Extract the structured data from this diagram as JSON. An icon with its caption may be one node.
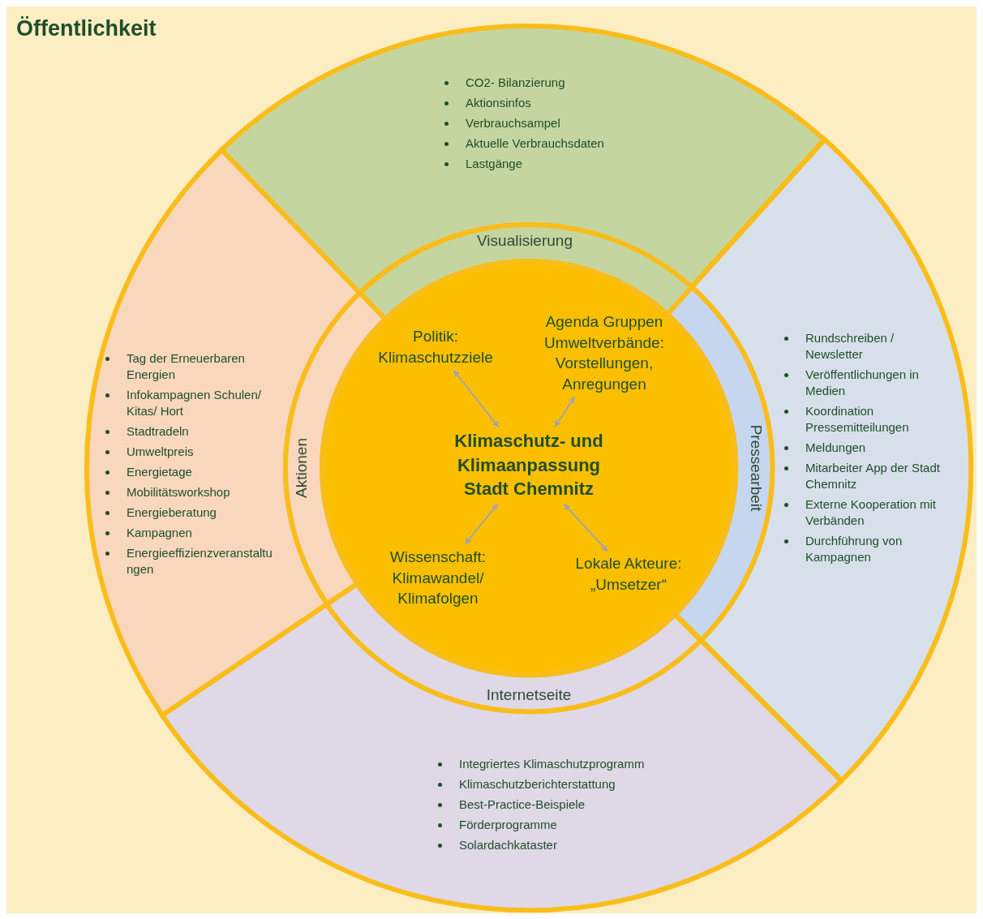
{
  "diagram": {
    "nodes": [
      {
        "text": [
          "Öffentlichkeit"
        ]
      },
      {
        "text": [
          "CO2- Bilanzierung",
          "Aktionsinfos",
          "Verbrauchsampel",
          "Aktuelle Verbrauchsdaten",
          "Lastgänge"
        ],
        "in": 0
      },
      {
        "text": [
          "Tag der Erneuerbaren Energien",
          "Infokampagnen Schulen/ Kitas/ Hort",
          "Stadtradeln",
          "Umweltpreis",
          "Energietage",
          "Mobilitätsworkshop",
          "Energieberatung",
          "Kampagnen",
          "Energieeffizienzveranstaltungen"
        ],
        "in": 0
      },
      {
        "text": [
          "Rundschreiben / Newsletter",
          "Veröffentlichungen in Medien",
          "Koordination Pressemitteilungen",
          "Meldungen",
          "Mitarbeiter App der Stadt Chemnitz",
          "Externe Kooperation mit Verbänden",
          "Durchführung von Kampagnen"
        ],
        "in": 0
      },
      {
        "text": [
          "Integriertes Klimaschutzprogramm",
          "Klimaschutzberichterstattung",
          "Best-Practice-Beispiele",
          "Förderprogramme",
          "Solardachkataster"
        ],
        "in": 0
      },
      {
        "text": [
          "Visualisierung"
        ],
        "in": 0
      },
      {
        "text": [
          "Aktionen"
        ],
        "in": 0
      },
      {
        "text": [
          "Pressearbeit"
        ],
        "in": 0
      },
      {
        "text": [
          "Internetseite"
        ],
        "in": 0
      },
      {
        "text": [],
        "shape": "circle",
        "in": 0
      },
      {
        "text": [
          "Politik: Klimaschutzziele"
        ],
        "in": 9
      },
      {
        "text": [
          "Agenda Gruppen Umweltverbände: Vorstellungen, Anregungen"
        ],
        "in": 9
      },
      {
        "text": [
          "Klimaschutz- und Klimaanpassung Stadt Chemnitz"
        ],
        "in": 9
      },
      {
        "text": [
          "Wissenschaft: Klimawandel/ Klimafolgen"
        ],
        "in": 9
      },
      {
        "text": [
          "Lokale Akteure: „Umsetzer“"
        ],
        "in": 9
      }
    ],
    "edges": [
      {
        "from": 12,
        "to": 10,
        "arrow": "both"
      },
      {
        "from": 12,
        "to": 11,
        "arrow": "both"
      },
      {
        "from": 12,
        "to": 13,
        "arrow": "both"
      },
      {
        "from": 12,
        "to": 14,
        "arrow": "both"
      }
    ]
  }
}
